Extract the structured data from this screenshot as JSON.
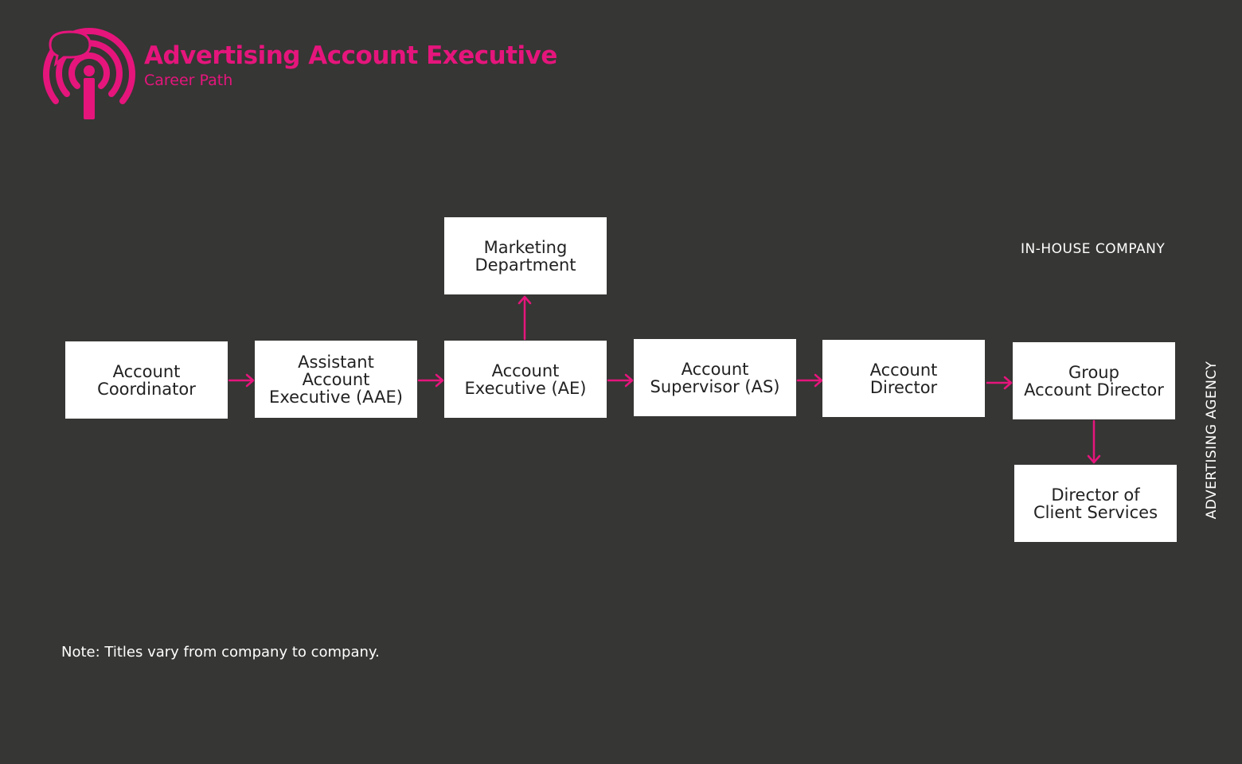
{
  "header": {
    "title": "Advertising Account Executive",
    "subtitle": "Career Path",
    "logo_icon": "career-path-person-icon"
  },
  "colors": {
    "accent": "#e5157c",
    "background": "#363634",
    "box": "#ffffff",
    "box_text": "#222222",
    "label_text": "#ffffff"
  },
  "nodes": {
    "account_coordinator": "Account\nCoordinator",
    "assistant_account_executive": "Assistant\nAccount\nExecutive (AAE)",
    "account_executive": "Account\nExecutive (AE)",
    "marketing_department": "Marketing\nDepartment",
    "account_supervisor": "Account\nSupervisor (AS)",
    "account_director": "Account\nDirector",
    "group_account_director": "Group\nAccount Director",
    "director_client_services": "Director of\nClient Services"
  },
  "edges": [
    [
      "account_coordinator",
      "assistant_account_executive"
    ],
    [
      "assistant_account_executive",
      "account_executive"
    ],
    [
      "account_executive",
      "marketing_department"
    ],
    [
      "account_executive",
      "account_supervisor"
    ],
    [
      "account_supervisor",
      "account_director"
    ],
    [
      "account_director",
      "group_account_director"
    ],
    [
      "group_account_director",
      "director_client_services"
    ]
  ],
  "labels": {
    "in_house": "IN-HOUSE COMPANY",
    "agency": "ADVERTISING AGENCY"
  },
  "note": "Note: Titles vary from company to company."
}
